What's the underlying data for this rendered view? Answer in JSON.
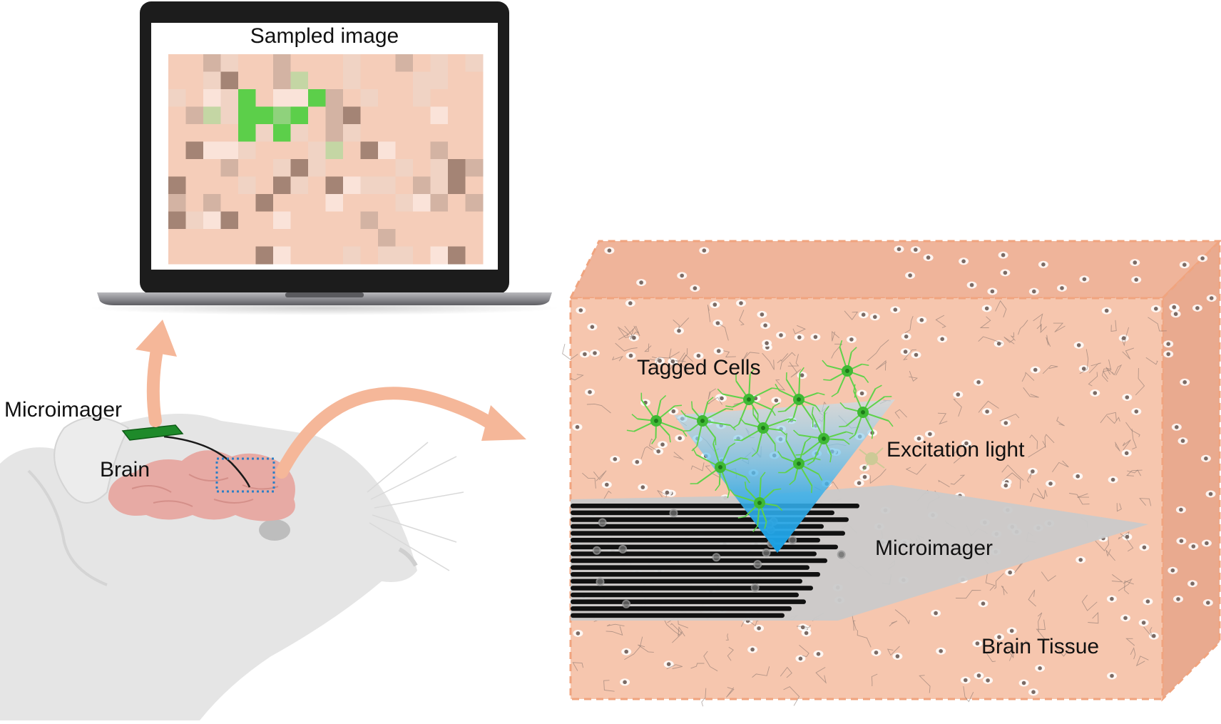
{
  "labels": {
    "screen_title": "Sampled image",
    "microimager_left": "Microimager",
    "brain": "Brain",
    "tagged_cells": "Tagged Cells",
    "excitation_light": "Excitation light",
    "microimager_right": "Microimager",
    "brain_tissue": "Brain Tissue"
  },
  "colors": {
    "tissue": "#f6c6ae",
    "tissue_dark": "#e6ab92",
    "tissue_border": "#f0a47f",
    "arrow": "#f5b799",
    "probe_grey": "#c9c9c9",
    "probe_stripes": "#111111",
    "light_cone": "#22a6e6",
    "tagged_cell": "#5fd24a",
    "chip_green": "#1e8a2a",
    "laptop_frame": "#1c1c1c",
    "laptop_base": "#8c8c90",
    "brain_pink": "#e7aaa4",
    "mouse_grey": "#e5e5e5",
    "selection_box": "#2c7fc4"
  },
  "icons": [
    "laptop-icon",
    "mouse-head-icon",
    "brain-icon",
    "microimager-chip-icon",
    "neuron-icon"
  ]
}
